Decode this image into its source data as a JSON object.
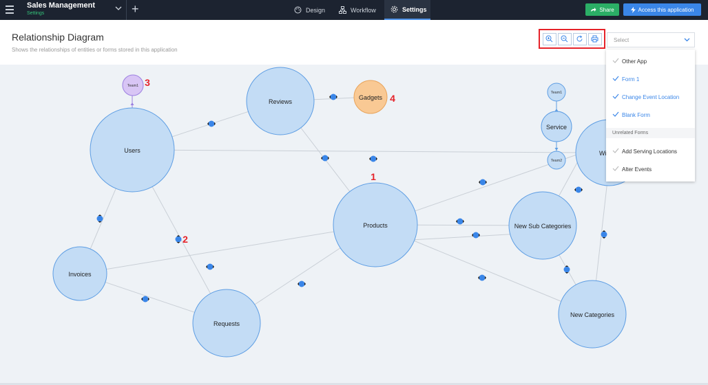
{
  "app": {
    "name": "Sales Management",
    "subtitle": "Settings"
  },
  "nav": {
    "tabs": [
      {
        "label": "Design"
      },
      {
        "label": "Workflow"
      },
      {
        "label": "Settings"
      }
    ]
  },
  "actions": {
    "share": "Share",
    "access": "Access this application"
  },
  "page": {
    "title": "Relationship Diagram",
    "subtitle": "Shows the relationships of entities or forms stored in this application"
  },
  "select": {
    "placeholder": "Select"
  },
  "dropdown": {
    "items": [
      {
        "label": "Other App",
        "selected": false
      },
      {
        "label": "Form 1",
        "selected": true
      },
      {
        "label": "Change Event Location",
        "selected": true
      },
      {
        "label": "Blank Form",
        "selected": true
      }
    ],
    "section_label": "Unrelated Forms",
    "unrelated": [
      {
        "label": "Add Serving Locations",
        "selected": false
      },
      {
        "label": "Alter Events",
        "selected": false
      }
    ]
  },
  "colors": {
    "node_fill": "#c3dcf5",
    "node_stroke": "#5d9de3",
    "edge": "#c9cfd6",
    "purple": "#d8c5f5",
    "orange": "#f9c994",
    "red": "#e52229",
    "badge": "#3a86e8"
  },
  "diagram": {
    "nodes": {
      "users": "Users",
      "reviews": "Reviews",
      "gadgets": "Gadgets",
      "team1_left": "Team1",
      "products": "Products",
      "invoices": "Invoices",
      "requests": "Requests",
      "new_sub_categories": "New Sub Categories",
      "new_categories": "New Categories",
      "service": "Service",
      "team1_right": "Team1",
      "team2": "Team2",
      "wi": "Wi"
    },
    "callouts": {
      "c1": "1",
      "c2": "2",
      "c3": "3",
      "c4": "4"
    }
  }
}
